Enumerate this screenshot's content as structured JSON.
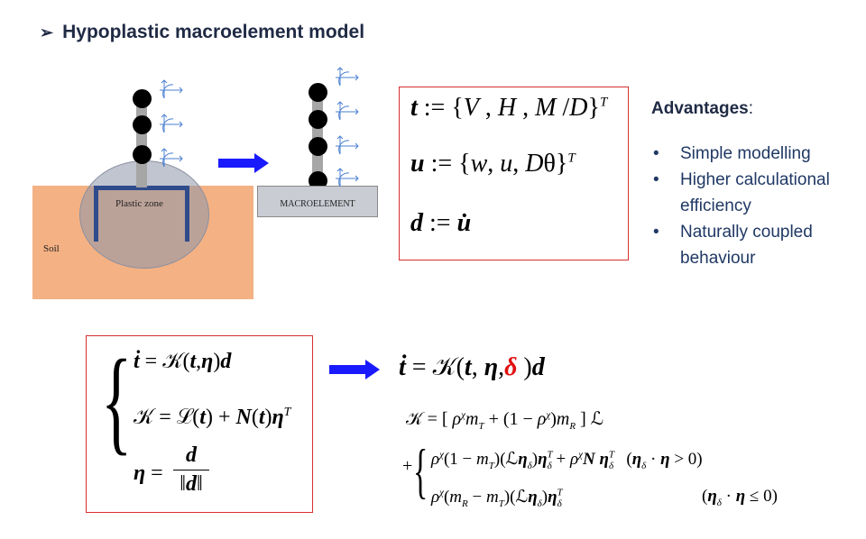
{
  "slide": {
    "bullet_glyph": "➢",
    "title": "Hypoplastic macroelement model",
    "soil_label": "Soil",
    "plastic_zone_label": "Plastic zone",
    "macroelement_label": "MACROELEMENT",
    "advantages_title": "Advantages",
    "advantages_colon": ":",
    "advantages": [
      "Simple modelling",
      "Higher calculational",
      "efficiency",
      "Naturally coupled",
      "behaviour"
    ],
    "colors": {
      "title": "#1f2a44",
      "soil": "#f4b183",
      "frame": "#2f4b8c",
      "arrow": "#1a1aff",
      "box_border": "#d62f2f",
      "highlight": "#e01010"
    },
    "icons": [
      "bullet-arrow-icon",
      "rotation-arrows-icon",
      "right-arrow-icon"
    ]
  }
}
